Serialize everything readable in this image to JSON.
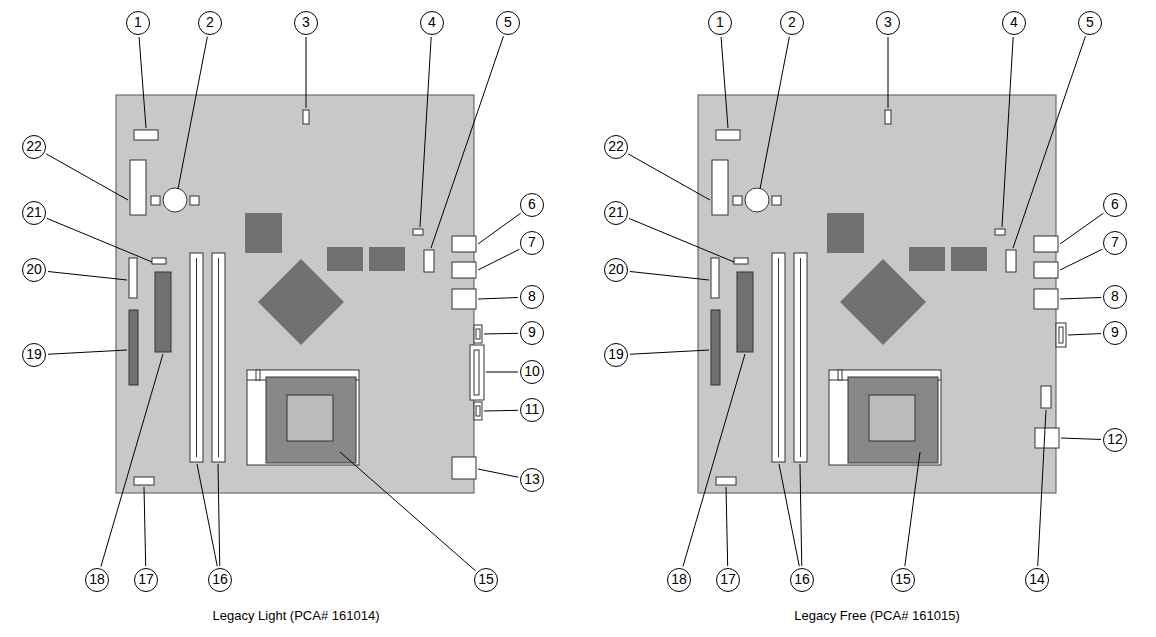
{
  "diagram": {
    "labels": [
      "1",
      "2",
      "3",
      "4",
      "5",
      "6",
      "7",
      "8",
      "9",
      "10",
      "11",
      "13",
      "15",
      "16",
      "17",
      "18",
      "19",
      "20",
      "21",
      "22",
      "Legacy Light (PCA# 161014)",
      "1",
      "2",
      "3",
      "4",
      "5",
      "6",
      "7",
      "8",
      "9",
      "12",
      "14",
      "15",
      "16",
      "17",
      "18",
      "19",
      "20",
      "21",
      "22",
      "Legacy Free (PCA# 161015)"
    ]
  }
}
